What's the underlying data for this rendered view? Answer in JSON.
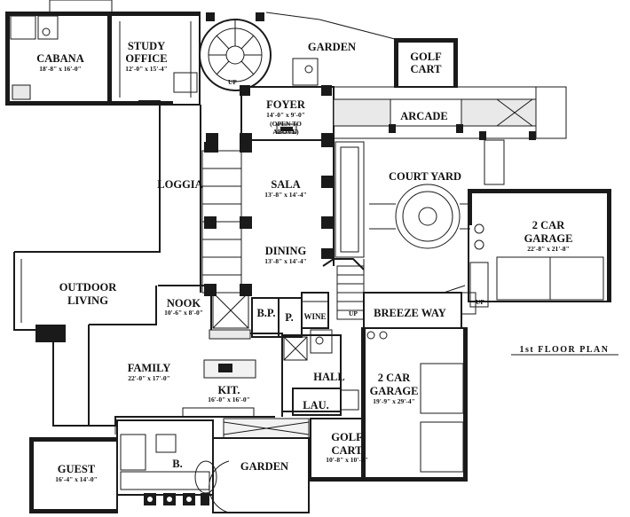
{
  "plan_title": "1st FLOOR PLAN",
  "rooms": {
    "cabana": {
      "name": "CABANA",
      "dims": "18'-8\" x 16'-0\""
    },
    "study1": {
      "name": "STUDY"
    },
    "study2": {
      "name": "OFFICE",
      "dims": "12'-0\" x 15'-4\""
    },
    "garden_top": {
      "name": "GARDEN"
    },
    "golf_top1": {
      "name": "GOLF"
    },
    "golf_top2": {
      "name": "CART"
    },
    "foyer": {
      "name": "FOYER",
      "dims": "14'-0\" x 9'-0\"",
      "note1": "(OPEN TO",
      "note2": "ABOVE)"
    },
    "arcade": {
      "name": "ARCADE"
    },
    "court": {
      "name": "COURT YARD"
    },
    "loggia": {
      "name": "LOGGIA"
    },
    "sala": {
      "name": "SALA",
      "dims": "13'-8\" x 14'-4\""
    },
    "garage_right1": {
      "name": "2 CAR"
    },
    "garage_right2": {
      "name": "GARAGE",
      "dims": "22'-8\" x 21'-8\""
    },
    "dining": {
      "name": "DINING",
      "dims": "13'-8\" x 14'-4\""
    },
    "outdoor1": {
      "name": "OUTDOOR"
    },
    "outdoor2": {
      "name": "LIVING"
    },
    "nook": {
      "name": "NOOK",
      "dims": "10'-6\" x 8'-0\""
    },
    "bp": {
      "name": "B.P."
    },
    "p": {
      "name": "P."
    },
    "wine": {
      "name": "WINE"
    },
    "breeze": {
      "name": "BREEZE WAY"
    },
    "family": {
      "name": "FAMILY",
      "dims": "22'-0\" x 17'-0\""
    },
    "hall": {
      "name": "HALL"
    },
    "garage_mid1": {
      "name": "2 CAR"
    },
    "garage_mid2": {
      "name": "GARAGE",
      "dims": "19'-9\" x 29'-4\""
    },
    "kit": {
      "name": "KIT.",
      "dims": "16'-0\" x 16'-0\""
    },
    "lau": {
      "name": "LAU."
    },
    "golf_bot1": {
      "name": "GOLF"
    },
    "golf_bot2": {
      "name": "CART",
      "dims": "10'-8\" x 10'-4\""
    },
    "guest": {
      "name": "GUEST",
      "dims": "16'-4\" x 14'-0\""
    },
    "bath": {
      "name": "B."
    },
    "garden_bot": {
      "name": "GARDEN"
    }
  },
  "stair_labels": {
    "up1": "UP",
    "up2": "UP",
    "up3": "UP"
  }
}
